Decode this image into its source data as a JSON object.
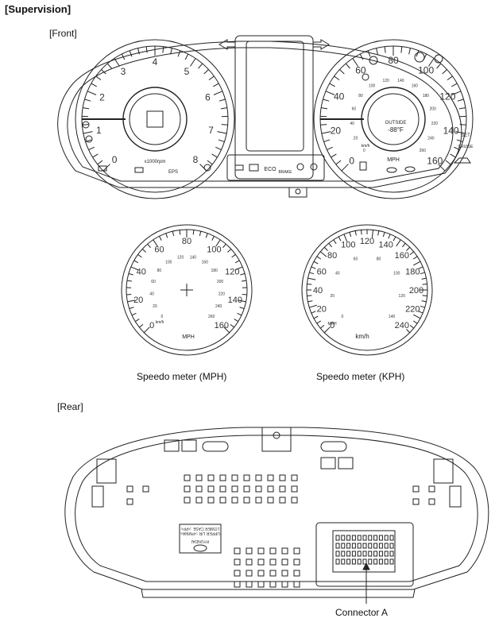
{
  "title": "[Supervision]",
  "front": {
    "label": "[Front]",
    "tacho": {
      "numbers": [
        "0",
        "1",
        "2",
        "3",
        "4",
        "5",
        "6",
        "7",
        "8"
      ],
      "unit": "x1000rpm",
      "eps": "EPS"
    },
    "speedo": {
      "outer_numbers": [
        "0",
        "20",
        "40",
        "60",
        "80",
        "100",
        "120",
        "140",
        "160"
      ],
      "inner_numbers": [
        "0",
        "20",
        "40",
        "60",
        "80",
        "100",
        "120",
        "140",
        "160",
        "180",
        "200",
        "220",
        "240",
        "260"
      ],
      "inner_unit": "km/h",
      "unit": "MPH",
      "outside_label": "OUTSIDE",
      "temp_text": "-88°F",
      "set_label": "SET",
      "cruise_label": "CRUISE"
    },
    "center_indicators": {
      "eco": "ECO",
      "brake": "BRAKE"
    }
  },
  "mph_meter": {
    "outer_numbers": [
      "0",
      "20",
      "40",
      "60",
      "80",
      "100",
      "120",
      "140",
      "160"
    ],
    "inner_numbers": [
      "0",
      "20",
      "40",
      "60",
      "80",
      "100",
      "120",
      "140",
      "160",
      "180",
      "200",
      "220",
      "240",
      "260"
    ],
    "inner_unit": "km/h",
    "unit": "MPH",
    "caption": "Speedo meter (MPH)"
  },
  "kph_meter": {
    "outer_numbers": [
      "0",
      "20",
      "40",
      "60",
      "80",
      "100",
      "120",
      "140",
      "160",
      "180",
      "200",
      "220",
      "240"
    ],
    "inner_numbers": [
      "0",
      "20",
      "40",
      "60",
      "80",
      "100",
      "120",
      "140"
    ],
    "inner_unit": "MPH",
    "unit": "km/h",
    "caption": "Speedo meter (KPH)"
  },
  "rear": {
    "label": "[Rear]",
    "sticker_lines": [
      "LOWER CASE :>PP<",
      "UPPER L/R :>PMMA<",
      "HYUNDAI"
    ],
    "connector_label": "Connector A"
  }
}
